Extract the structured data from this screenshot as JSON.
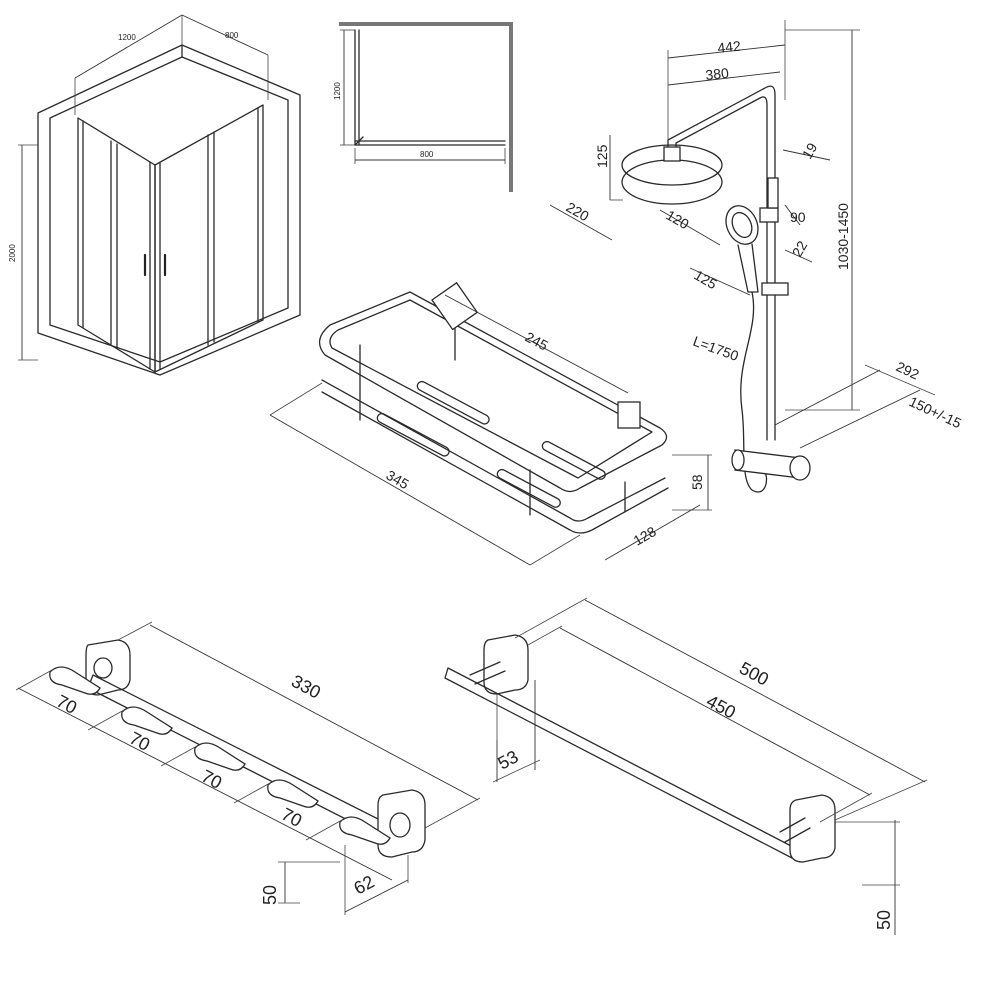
{
  "enclosure_iso": {
    "width": "1200",
    "depth": "800",
    "height": "2000"
  },
  "enclosure_plan": {
    "depth": "1200",
    "width": "800"
  },
  "shower_system": {
    "bar_length": "442",
    "arm_reach": "380",
    "head_height": "125",
    "head_diameter": "220",
    "head_connector": "120",
    "pipe_diameter": "19",
    "holder_offset": "90",
    "slider_diameter": "22",
    "hand_offset": "125",
    "hose_length": "L=1750",
    "height_range": "1030-1450",
    "wall_distance": "292",
    "center_distance": "150+/-15"
  },
  "basket": {
    "inner_length": "245",
    "outer_length": "345",
    "depth": "128",
    "height": "58"
  },
  "hook_rail": {
    "length": "330",
    "spacing_1": "70",
    "spacing_2": "70",
    "spacing_3": "70",
    "spacing_4": "70",
    "bracket_height": "50",
    "projection": "62"
  },
  "towel_bar": {
    "outer_length": "500",
    "inner_length": "450",
    "projection": "53",
    "bracket_height": "50"
  }
}
